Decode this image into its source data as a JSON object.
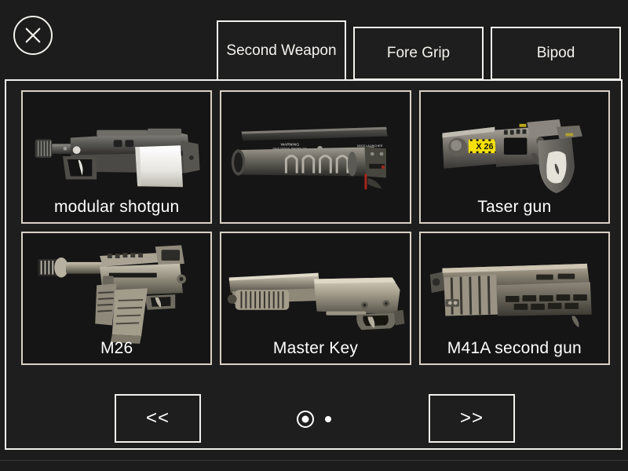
{
  "window": {
    "background_color": "#1c1c1c",
    "panel_color": "#1e1e1e",
    "border_color": "#f2f0ec",
    "card_border_color": "#d9d0c4",
    "text_color": "#ffffff"
  },
  "close_button": {
    "label": "",
    "icon": "close-circle-icon"
  },
  "tabs": [
    {
      "label": "Second Weapon",
      "active": true,
      "name": "tab-second-weapon"
    },
    {
      "label": "Fore Grip",
      "active": false,
      "name": "tab-fore-grip"
    },
    {
      "label": "Bipod",
      "active": false,
      "name": "tab-bipod"
    }
  ],
  "items": [
    {
      "label": "modular shotgun",
      "art": "modular-shotgun",
      "name": "item-modular-shotgun"
    },
    {
      "label": "",
      "art": "grenade-launcher",
      "name": "item-grenade-launcher"
    },
    {
      "label": "Taser gun",
      "art": "taser-gun",
      "badge": "X 26",
      "badge_color": "#f5e00a",
      "name": "item-taser-gun"
    },
    {
      "label": "M26",
      "art": "m26",
      "name": "item-m26"
    },
    {
      "label": "Master Key",
      "art": "master-key",
      "name": "item-master-key"
    },
    {
      "label": "M41A second gun",
      "art": "m41a",
      "name": "item-m41a-second-gun"
    }
  ],
  "navigation": {
    "prev_label": "<<",
    "next_label": ">>",
    "pages": 2,
    "current_page": 1
  }
}
